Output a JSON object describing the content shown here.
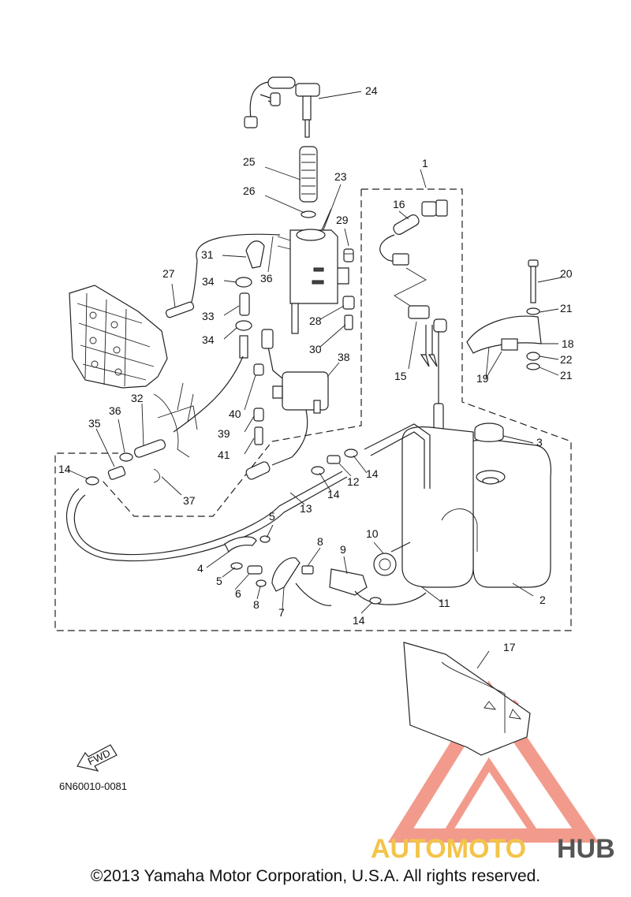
{
  "parts": [
    {
      "id": "1",
      "label": "1"
    },
    {
      "id": "2",
      "label": "2"
    },
    {
      "id": "3",
      "label": "3"
    },
    {
      "id": "4",
      "label": "4"
    },
    {
      "id": "5a",
      "label": "5"
    },
    {
      "id": "5b",
      "label": "5"
    },
    {
      "id": "6",
      "label": "6"
    },
    {
      "id": "7",
      "label": "7"
    },
    {
      "id": "8a",
      "label": "8"
    },
    {
      "id": "8b",
      "label": "8"
    },
    {
      "id": "9",
      "label": "9"
    },
    {
      "id": "10",
      "label": "10"
    },
    {
      "id": "11",
      "label": "11"
    },
    {
      "id": "12",
      "label": "12"
    },
    {
      "id": "13",
      "label": "13"
    },
    {
      "id": "14a",
      "label": "14"
    },
    {
      "id": "14b",
      "label": "14"
    },
    {
      "id": "14c",
      "label": "14"
    },
    {
      "id": "14d",
      "label": "14"
    },
    {
      "id": "15",
      "label": "15"
    },
    {
      "id": "16",
      "label": "16"
    },
    {
      "id": "17",
      "label": "17"
    },
    {
      "id": "18",
      "label": "18"
    },
    {
      "id": "19",
      "label": "19"
    },
    {
      "id": "20",
      "label": "20"
    },
    {
      "id": "21a",
      "label": "21"
    },
    {
      "id": "21b",
      "label": "21"
    },
    {
      "id": "22",
      "label": "22"
    },
    {
      "id": "23",
      "label": "23"
    },
    {
      "id": "24",
      "label": "24"
    },
    {
      "id": "25",
      "label": "25"
    },
    {
      "id": "26",
      "label": "26"
    },
    {
      "id": "27",
      "label": "27"
    },
    {
      "id": "28",
      "label": "28"
    },
    {
      "id": "29",
      "label": "29"
    },
    {
      "id": "30",
      "label": "30"
    },
    {
      "id": "31",
      "label": "31"
    },
    {
      "id": "32",
      "label": "32"
    },
    {
      "id": "33",
      "label": "33"
    },
    {
      "id": "34a",
      "label": "34"
    },
    {
      "id": "34b",
      "label": "34"
    },
    {
      "id": "35",
      "label": "35"
    },
    {
      "id": "36a",
      "label": "36"
    },
    {
      "id": "36b",
      "label": "36"
    },
    {
      "id": "37",
      "label": "37"
    },
    {
      "id": "38",
      "label": "38"
    },
    {
      "id": "39",
      "label": "39"
    },
    {
      "id": "40",
      "label": "40"
    },
    {
      "id": "41",
      "label": "41"
    }
  ],
  "fwd_label": "FWD",
  "diagram_code": "6N60010-0081",
  "watermark": {
    "part1": "AUTOMOTO",
    "part2": "HUB",
    "color_primary": "#f08a7a",
    "color_secondary": "#f3c44a",
    "color_hub": "#555555"
  },
  "copyright": "©2013 Yamaha Motor Corporation, U.S.A. All rights reserved."
}
